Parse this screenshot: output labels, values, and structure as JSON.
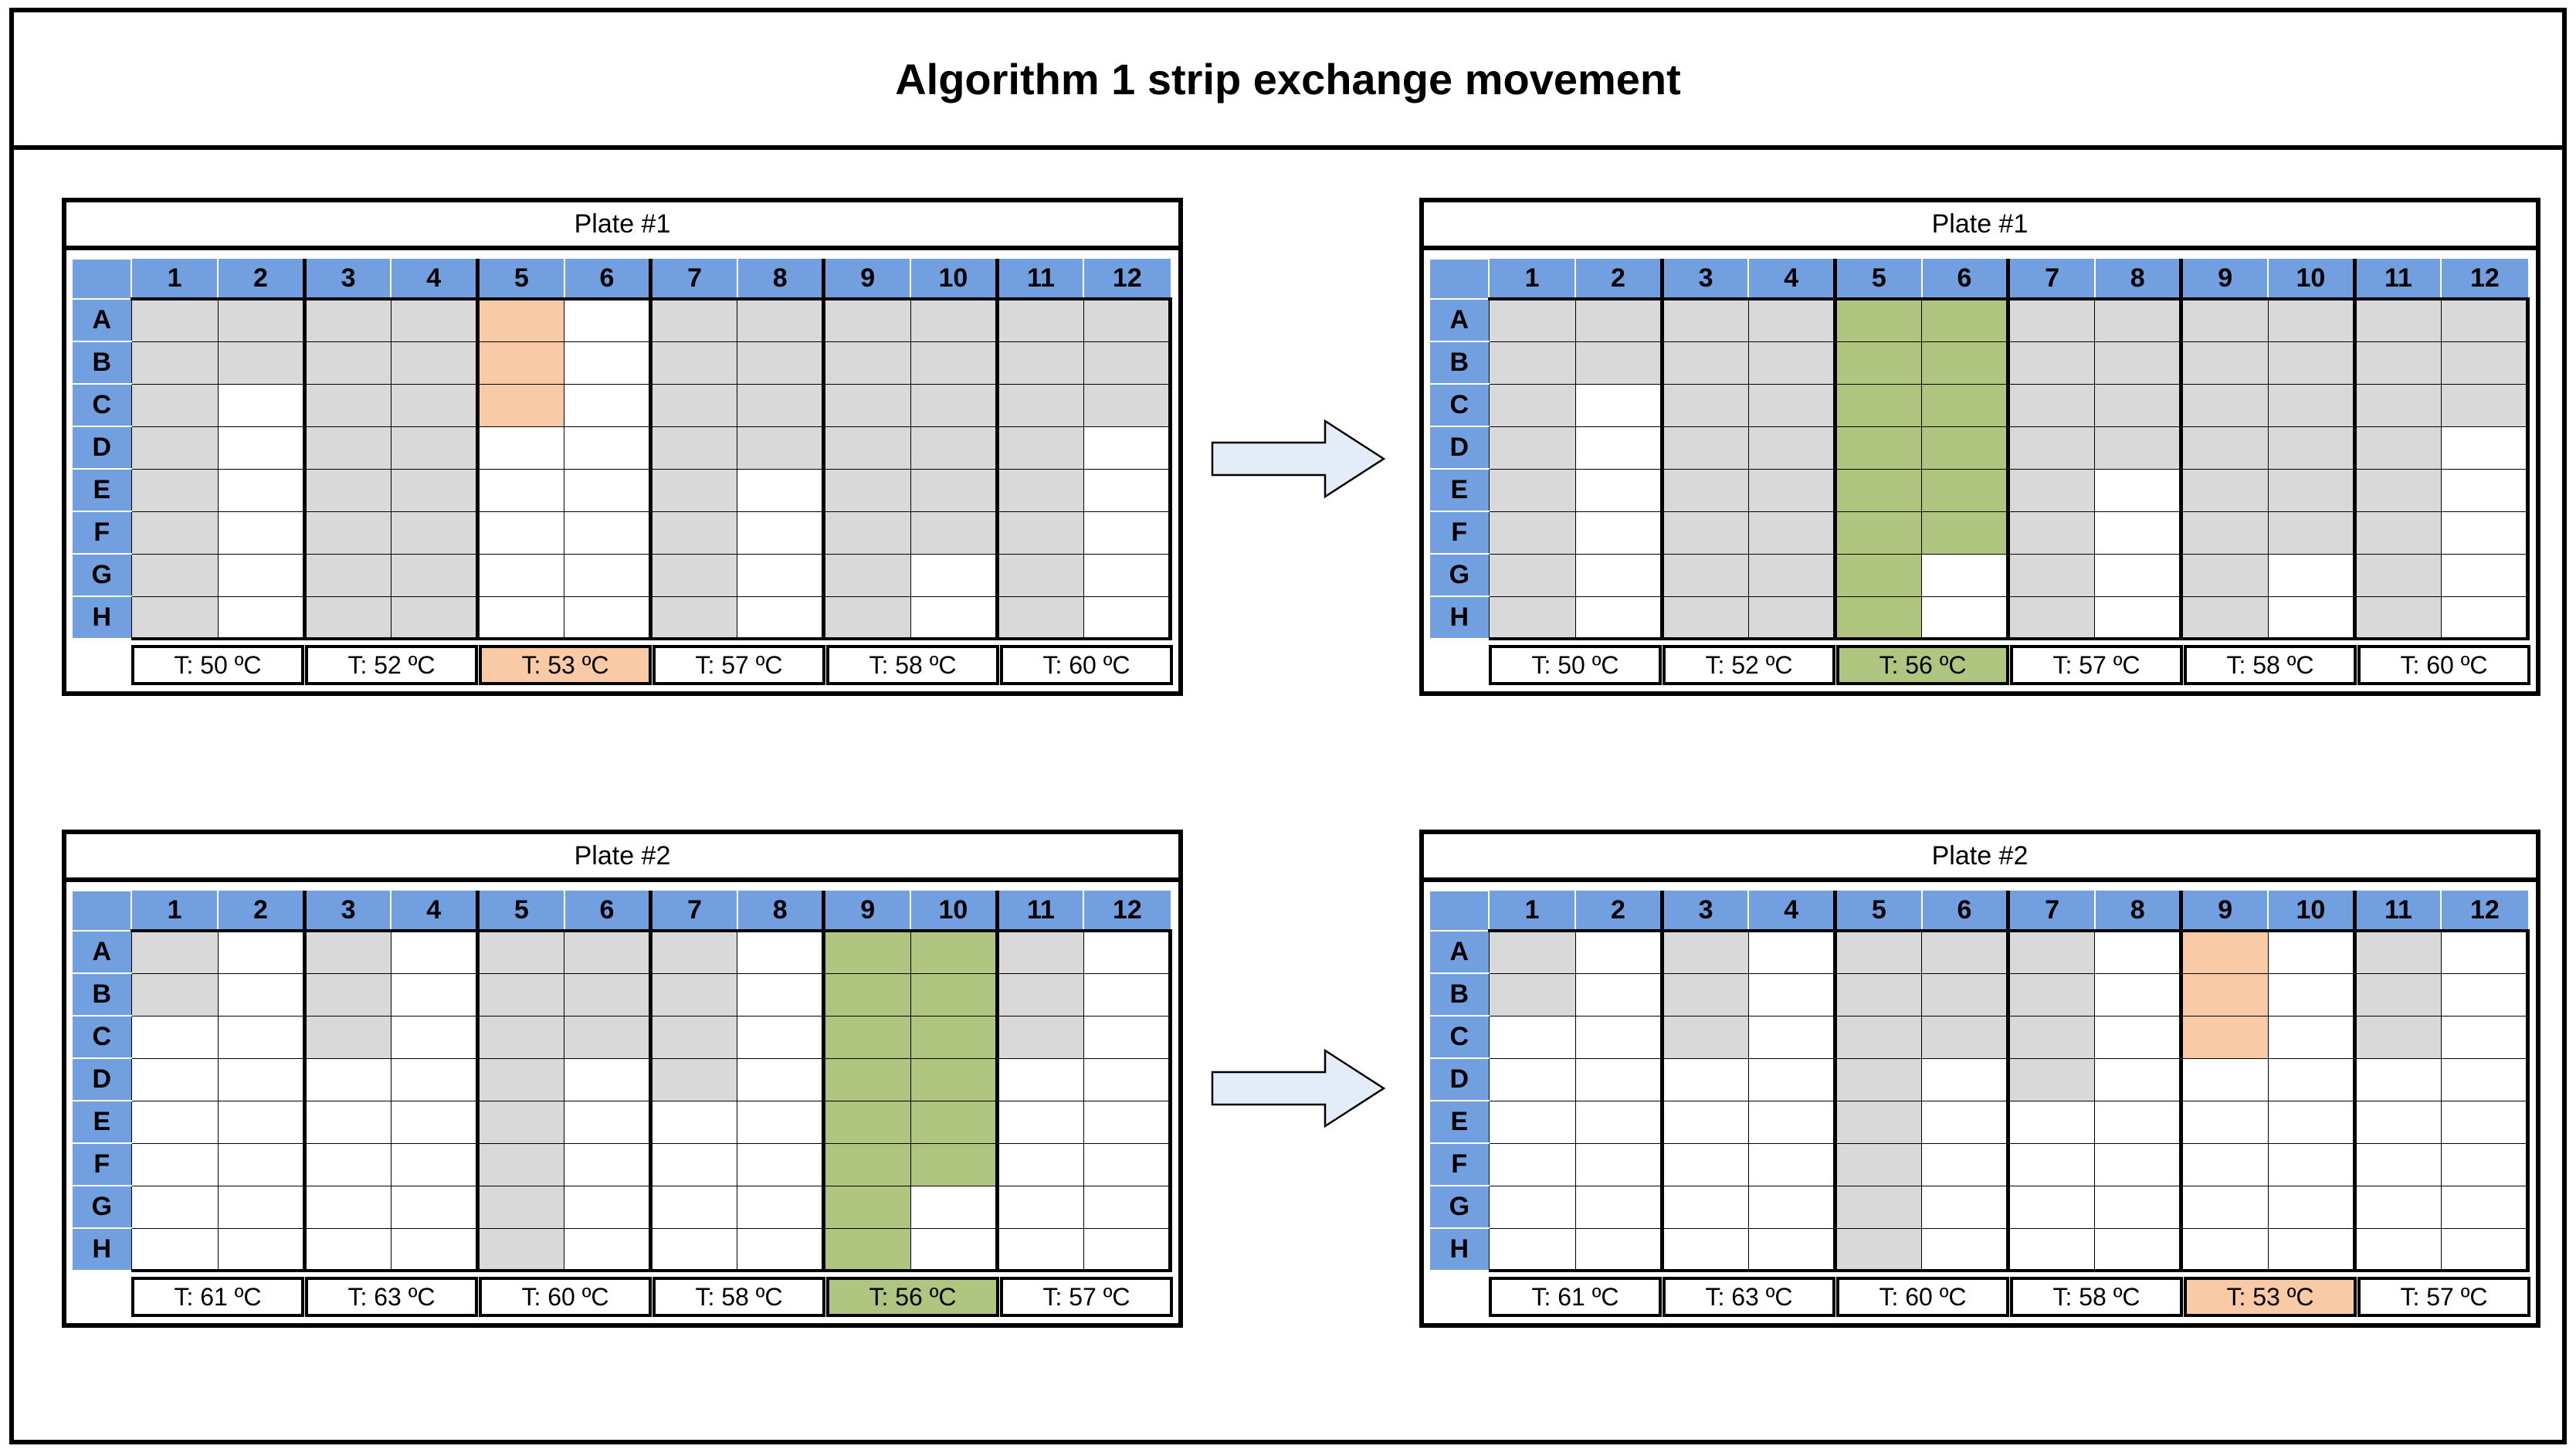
{
  "figure": {
    "title": "Algorithm 1 strip exchange movement"
  },
  "legend": {
    "colors": {
      "header_blue": "#729FDF",
      "filled_well_gray": "#D9D9D9",
      "empty_well_white": "#FFFFFF",
      "highlight_orange": "#F8CBA6",
      "highlight_green": "#B0C680",
      "arrow_fill": "#E4ECF7",
      "border_black": "#000000"
    }
  },
  "columns": [
    "1",
    "2",
    "3",
    "4",
    "5",
    "6",
    "7",
    "8",
    "9",
    "10",
    "11",
    "12"
  ],
  "rows": [
    "A",
    "B",
    "C",
    "D",
    "E",
    "F",
    "G",
    "H"
  ],
  "arrows": [
    {
      "name": "arrow-top",
      "direction": "right"
    },
    {
      "name": "arrow-bottom",
      "direction": "right"
    }
  ],
  "plates": [
    {
      "id": "plate1-before",
      "position": "top-left",
      "title": "Plate #1",
      "temperatures": [
        {
          "label": "T: 50 ºC",
          "highlight": "none"
        },
        {
          "label": "T: 52 ºC",
          "highlight": "none"
        },
        {
          "label": "T: 53 ºC",
          "highlight": "orange"
        },
        {
          "label": "T: 57 ºC",
          "highlight": "none"
        },
        {
          "label": "T: 58 ºC",
          "highlight": "none"
        },
        {
          "label": "T: 60 ºC",
          "highlight": "none"
        }
      ],
      "wells": [
        [
          "g",
          "g",
          "g",
          "g",
          "o",
          "w",
          "g",
          "g",
          "g",
          "g",
          "g",
          "g"
        ],
        [
          "g",
          "g",
          "g",
          "g",
          "o",
          "w",
          "g",
          "g",
          "g",
          "g",
          "g",
          "g"
        ],
        [
          "g",
          "w",
          "g",
          "g",
          "o",
          "w",
          "g",
          "g",
          "g",
          "g",
          "g",
          "g"
        ],
        [
          "g",
          "w",
          "g",
          "g",
          "w",
          "w",
          "g",
          "g",
          "g",
          "g",
          "g",
          "w"
        ],
        [
          "g",
          "w",
          "g",
          "g",
          "w",
          "w",
          "g",
          "w",
          "g",
          "g",
          "g",
          "w"
        ],
        [
          "g",
          "w",
          "g",
          "g",
          "w",
          "w",
          "g",
          "w",
          "g",
          "g",
          "g",
          "w"
        ],
        [
          "g",
          "w",
          "g",
          "g",
          "w",
          "w",
          "g",
          "w",
          "g",
          "w",
          "g",
          "w"
        ],
        [
          "g",
          "w",
          "g",
          "g",
          "w",
          "w",
          "g",
          "w",
          "g",
          "w",
          "g",
          "w"
        ]
      ]
    },
    {
      "id": "plate1-after",
      "position": "top-right",
      "title": "Plate #1",
      "temperatures": [
        {
          "label": "T: 50 ºC",
          "highlight": "none"
        },
        {
          "label": "T: 52 ºC",
          "highlight": "none"
        },
        {
          "label": "T: 56 ºC",
          "highlight": "green"
        },
        {
          "label": "T: 57 ºC",
          "highlight": "none"
        },
        {
          "label": "T: 58 ºC",
          "highlight": "none"
        },
        {
          "label": "T: 60 ºC",
          "highlight": "none"
        }
      ],
      "wells": [
        [
          "g",
          "g",
          "g",
          "g",
          "v",
          "v",
          "g",
          "g",
          "g",
          "g",
          "g",
          "g"
        ],
        [
          "g",
          "g",
          "g",
          "g",
          "v",
          "v",
          "g",
          "g",
          "g",
          "g",
          "g",
          "g"
        ],
        [
          "g",
          "w",
          "g",
          "g",
          "v",
          "v",
          "g",
          "g",
          "g",
          "g",
          "g",
          "g"
        ],
        [
          "g",
          "w",
          "g",
          "g",
          "v",
          "v",
          "g",
          "g",
          "g",
          "g",
          "g",
          "w"
        ],
        [
          "g",
          "w",
          "g",
          "g",
          "v",
          "v",
          "g",
          "w",
          "g",
          "g",
          "g",
          "w"
        ],
        [
          "g",
          "w",
          "g",
          "g",
          "v",
          "v",
          "g",
          "w",
          "g",
          "g",
          "g",
          "w"
        ],
        [
          "g",
          "w",
          "g",
          "g",
          "v",
          "w",
          "g",
          "w",
          "g",
          "w",
          "g",
          "w"
        ],
        [
          "g",
          "w",
          "g",
          "g",
          "v",
          "w",
          "g",
          "w",
          "g",
          "w",
          "g",
          "w"
        ]
      ]
    },
    {
      "id": "plate2-before",
      "position": "bottom-left",
      "title": "Plate #2",
      "temperatures": [
        {
          "label": "T: 61 ºC",
          "highlight": "none"
        },
        {
          "label": "T: 63 ºC",
          "highlight": "none"
        },
        {
          "label": "T: 60 ºC",
          "highlight": "none"
        },
        {
          "label": "T: 58 ºC",
          "highlight": "none"
        },
        {
          "label": "T: 56 ºC",
          "highlight": "green"
        },
        {
          "label": "T: 57 ºC",
          "highlight": "none"
        }
      ],
      "wells": [
        [
          "g",
          "w",
          "g",
          "w",
          "g",
          "g",
          "g",
          "w",
          "v",
          "v",
          "g",
          "w"
        ],
        [
          "g",
          "w",
          "g",
          "w",
          "g",
          "g",
          "g",
          "w",
          "v",
          "v",
          "g",
          "w"
        ],
        [
          "w",
          "w",
          "g",
          "w",
          "g",
          "g",
          "g",
          "w",
          "v",
          "v",
          "g",
          "w"
        ],
        [
          "w",
          "w",
          "w",
          "w",
          "g",
          "w",
          "g",
          "w",
          "v",
          "v",
          "w",
          "w"
        ],
        [
          "w",
          "w",
          "w",
          "w",
          "g",
          "w",
          "w",
          "w",
          "v",
          "v",
          "w",
          "w"
        ],
        [
          "w",
          "w",
          "w",
          "w",
          "g",
          "w",
          "w",
          "w",
          "v",
          "v",
          "w",
          "w"
        ],
        [
          "w",
          "w",
          "w",
          "w",
          "g",
          "w",
          "w",
          "w",
          "v",
          "w",
          "w",
          "w"
        ],
        [
          "w",
          "w",
          "w",
          "w",
          "g",
          "w",
          "w",
          "w",
          "v",
          "w",
          "w",
          "w"
        ]
      ]
    },
    {
      "id": "plate2-after",
      "position": "bottom-right",
      "title": "Plate #2",
      "temperatures": [
        {
          "label": "T: 61 ºC",
          "highlight": "none"
        },
        {
          "label": "T: 63 ºC",
          "highlight": "none"
        },
        {
          "label": "T: 60 ºC",
          "highlight": "none"
        },
        {
          "label": "T: 58 ºC",
          "highlight": "none"
        },
        {
          "label": "T: 53 ºC",
          "highlight": "orange"
        },
        {
          "label": "T: 57 ºC",
          "highlight": "none"
        }
      ],
      "wells": [
        [
          "g",
          "w",
          "g",
          "w",
          "g",
          "g",
          "g",
          "w",
          "o",
          "w",
          "g",
          "w"
        ],
        [
          "g",
          "w",
          "g",
          "w",
          "g",
          "g",
          "g",
          "w",
          "o",
          "w",
          "g",
          "w"
        ],
        [
          "w",
          "w",
          "g",
          "w",
          "g",
          "g",
          "g",
          "w",
          "o",
          "w",
          "g",
          "w"
        ],
        [
          "w",
          "w",
          "w",
          "w",
          "g",
          "w",
          "g",
          "w",
          "w",
          "w",
          "w",
          "w"
        ],
        [
          "w",
          "w",
          "w",
          "w",
          "g",
          "w",
          "w",
          "w",
          "w",
          "w",
          "w",
          "w"
        ],
        [
          "w",
          "w",
          "w",
          "w",
          "g",
          "w",
          "w",
          "w",
          "w",
          "w",
          "w",
          "w"
        ],
        [
          "w",
          "w",
          "w",
          "w",
          "g",
          "w",
          "w",
          "w",
          "w",
          "w",
          "w",
          "w"
        ],
        [
          "w",
          "w",
          "w",
          "w",
          "g",
          "w",
          "w",
          "w",
          "w",
          "w",
          "w",
          "w"
        ]
      ]
    }
  ]
}
